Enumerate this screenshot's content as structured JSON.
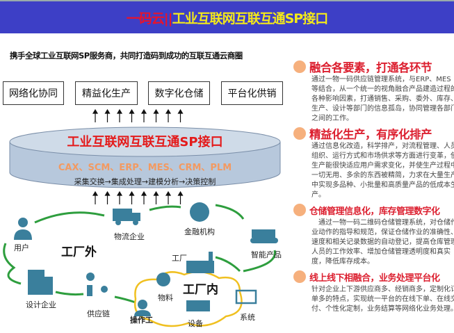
{
  "header": {
    "brand": "一码云||",
    "title": "工业互联网互联互通SP接口"
  },
  "subtitle": "携手全球工业互联网SP服务商，共同打造码到成功的互联互通云商圈",
  "top_boxes": [
    "网络化协同",
    "精益化生产",
    "数字化仓储",
    "平台化供销"
  ],
  "platform": {
    "title": "工业互联网互联互通SP接口",
    "systems": "CAX、SCM、ERP、MES、CRM、PLM",
    "flow": "采集交换→集成处理→建模分析→决策控制"
  },
  "ecosystem": {
    "outside": "工厂外",
    "inside": "工厂内",
    "nodes": [
      "用户",
      "物流企业",
      "金融机构",
      "智能产品",
      "工厂",
      "设计企业",
      "供应链",
      "物料",
      "操作工",
      "设备",
      "系统"
    ]
  },
  "features": [
    {
      "title": "融合各要素，打通各环节",
      "body": "通过一物一码供应链管理系统，与ERP、MES等结合，从一个统一的视角融合产品建造过程的各种影响因素，打通销售、采购、委外、库存、生产、设计等部门的信息孤岛，协同管理各部门之间的工作。"
    },
    {
      "title": "精益化生产，有序化排产",
      "body": "通过信息化改造，科学排产，对流程管理、人员组织、运行方式和市场供求等方面进行变革，使生产能很快适应用户需求变化，并使生产过程中一切无用、多余的东西被精简，力求在大量生产中实现多品种、小批量和高质量产品的低成本生产。"
    },
    {
      "title": "仓储管理信息化，库存管理数字化",
      "body": "　通过一物一码二维码仓储管理系统，对仓储作业动作的指导和规范，保证仓储作业的准确性、速度和相关记录数据的自动登记，提高仓库管理人员的工作效率、增加仓储管理透明度和真实度，降低库存成本。"
    },
    {
      "title": "线上线下相融合，业务处理平台化",
      "body": "针对企业上下游供应商多、经销商多，定制化订单多的特点，实现统一平台的在线下单、在线交付、个性化定制，业务结算等网络化业务处理。"
    }
  ],
  "colors": {
    "header": "#3d3fc6",
    "accent": "#dc1f2f",
    "icon": "#3a7f9c",
    "loop": "#2e9e3e",
    "cloud": "#f0c020"
  }
}
